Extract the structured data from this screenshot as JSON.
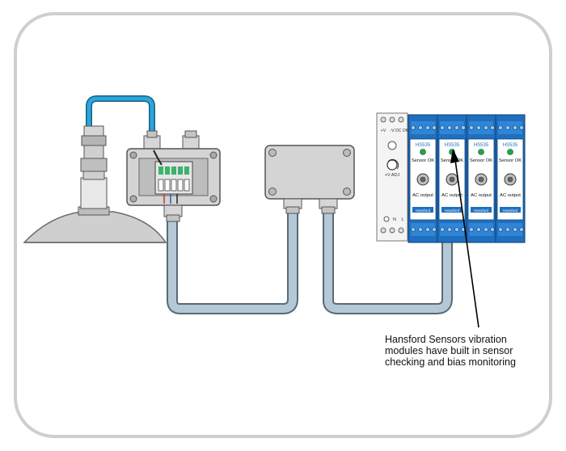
{
  "psu": {
    "terminal_labels": [
      "+V",
      "-V",
      "DC OK"
    ],
    "adj_label": "+V ADJ",
    "ac_labels": [
      "N",
      "L"
    ]
  },
  "modules": {
    "model": "HS535",
    "status_label": "Sensor OK",
    "output_label": "AC output",
    "brand_label": "Hansford",
    "count": 4
  },
  "caption": {
    "lines": [
      "Hansford Sensors vibration",
      "modules have built in sensor",
      "checking and bias monitoring"
    ]
  },
  "colors": {
    "frame": "#cfcfcf",
    "cable_blue": "#2aa6dc",
    "conduit": "#b4c8d6",
    "module_blue": "#1f6fbf",
    "led_green": "#1fa64a",
    "enclosure": "#d4d4d4"
  }
}
